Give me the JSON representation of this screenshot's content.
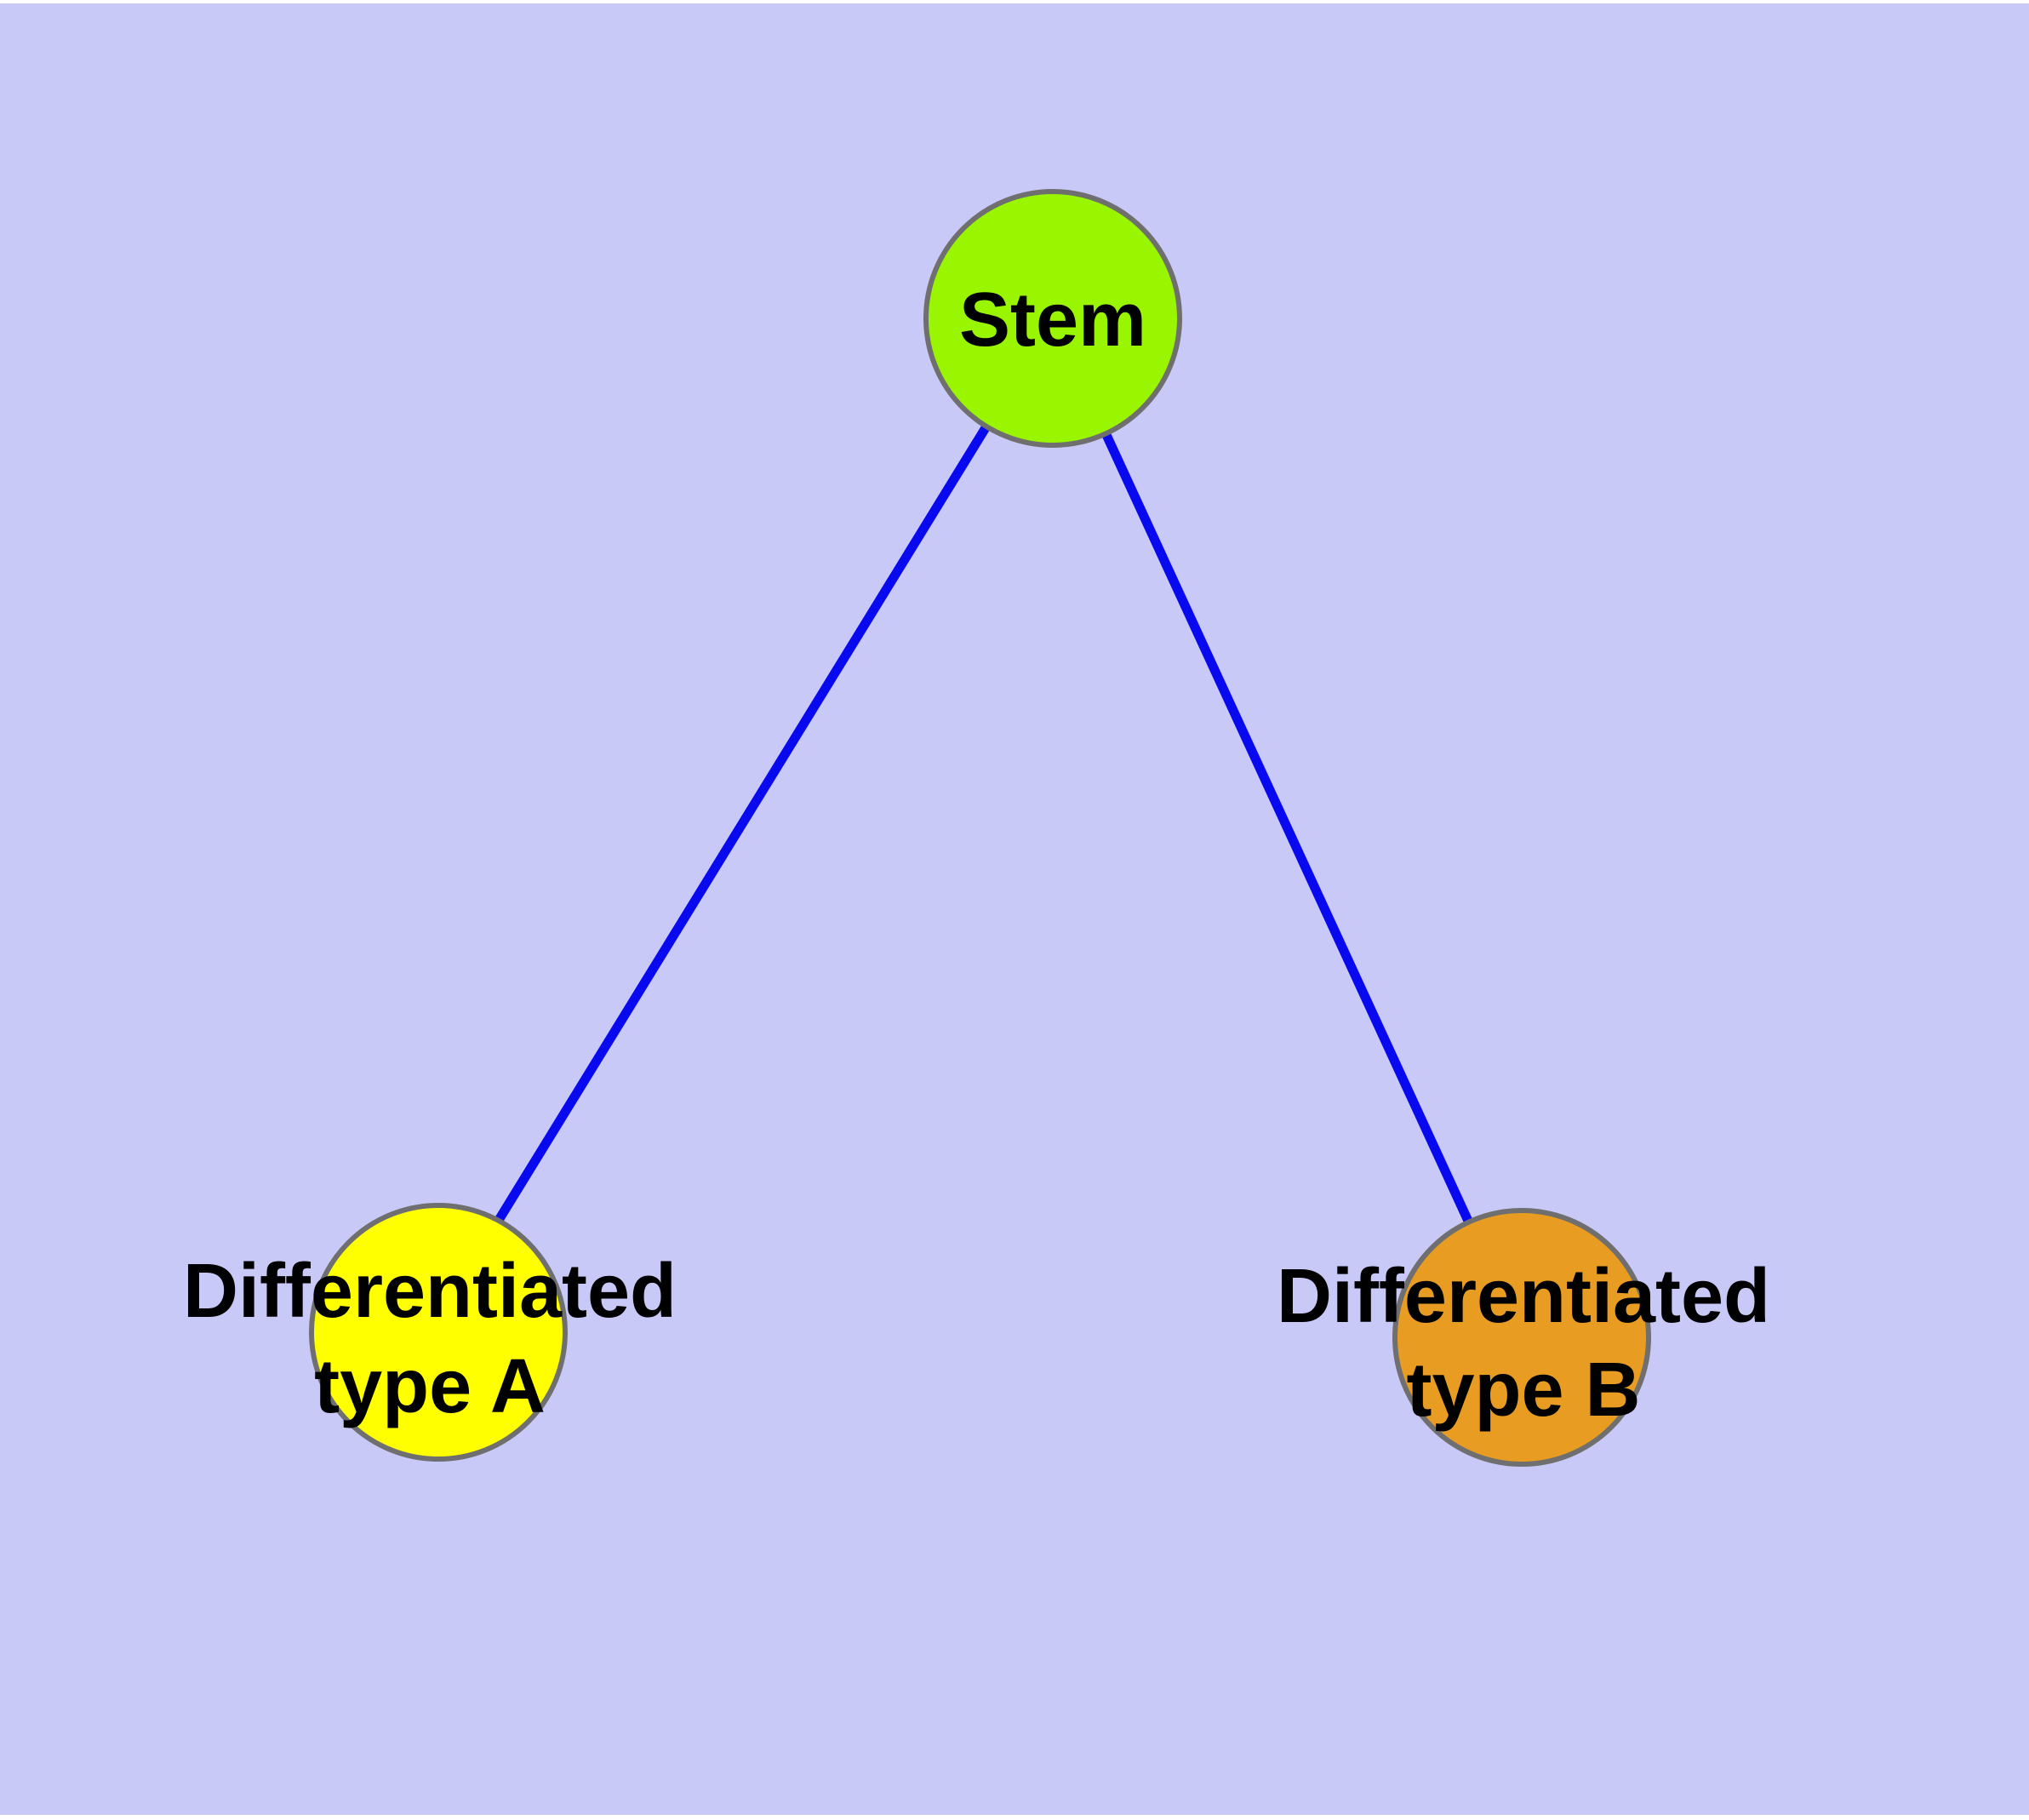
{
  "diagram": {
    "type": "graph",
    "description": "Cell differentiation graph: a Stem node connected by edges to two differentiated cell type nodes",
    "colors": {
      "background": "#c9c9f8",
      "page_margin": "#ffffff",
      "edge": "#0909f0",
      "node_border": "#6f6f6f",
      "label": "#000000"
    },
    "nodes": {
      "stem": {
        "label": "Stem",
        "fill": "#99f600"
      },
      "type_a": {
        "label_line1": "Differentiated",
        "label_line2": "type A",
        "fill": "#ffff00"
      },
      "type_b": {
        "label_line1": "Differentiated",
        "label_line2": "type B",
        "fill": "#e89d22"
      }
    },
    "edges": [
      {
        "from": "Stem",
        "to": "Differentiated type A"
      },
      {
        "from": "Stem",
        "to": "Differentiated type B"
      }
    ]
  }
}
